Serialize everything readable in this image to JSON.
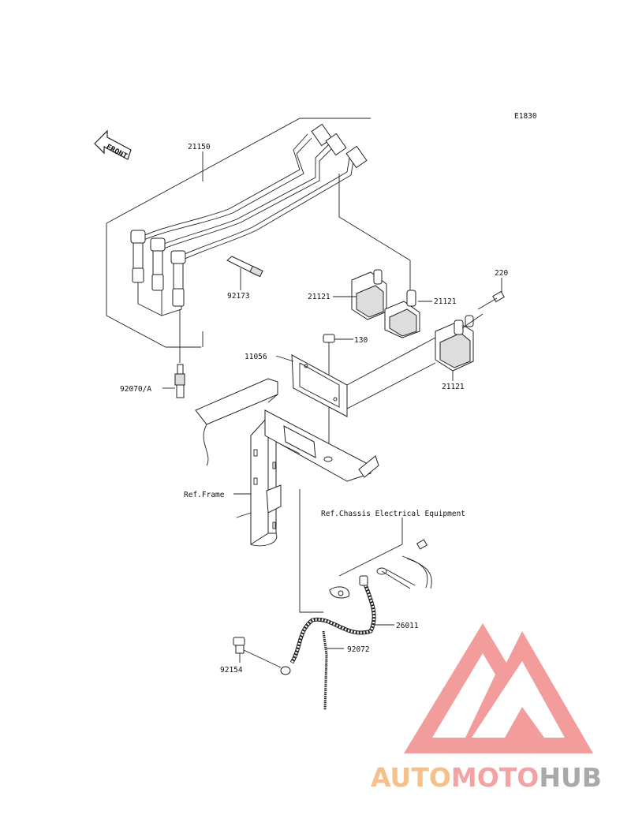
{
  "diagram_code": "E1830",
  "front_label": "FRONT",
  "parts": {
    "p21150": "21150",
    "p92173": "92173",
    "p21121_a": "21121",
    "p21121_b": "21121",
    "p21121_c": "21121",
    "p220": "220",
    "p130": "130",
    "p11056": "11056",
    "p92070A": "92070/A",
    "p26011": "26011",
    "p92072": "92072",
    "p92154": "92154"
  },
  "refs": {
    "frame": "Ref.Frame",
    "chassis": "Ref.Chassis Electrical Equipment"
  },
  "watermark": {
    "auto": "AUTO",
    "moto": "MOTO",
    "hub": "HUB",
    "colors": {
      "auto": "#f6c08a",
      "moto": "#f3a3a3",
      "hub": "#a9a9a9",
      "logo": "#f28b8b"
    }
  }
}
